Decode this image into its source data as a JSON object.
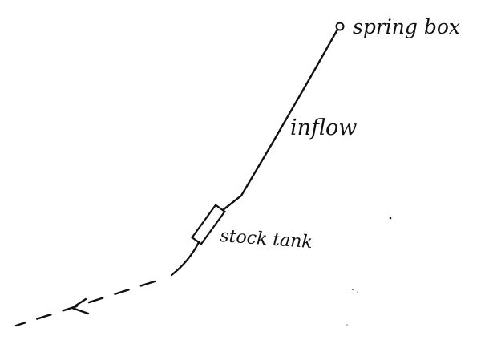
{
  "labels": {
    "spring_box": "spring box",
    "inflow": "inflow",
    "stock_tank": "stock tank"
  },
  "colors": {
    "ink": "#111111",
    "paper": "#ffffff"
  }
}
